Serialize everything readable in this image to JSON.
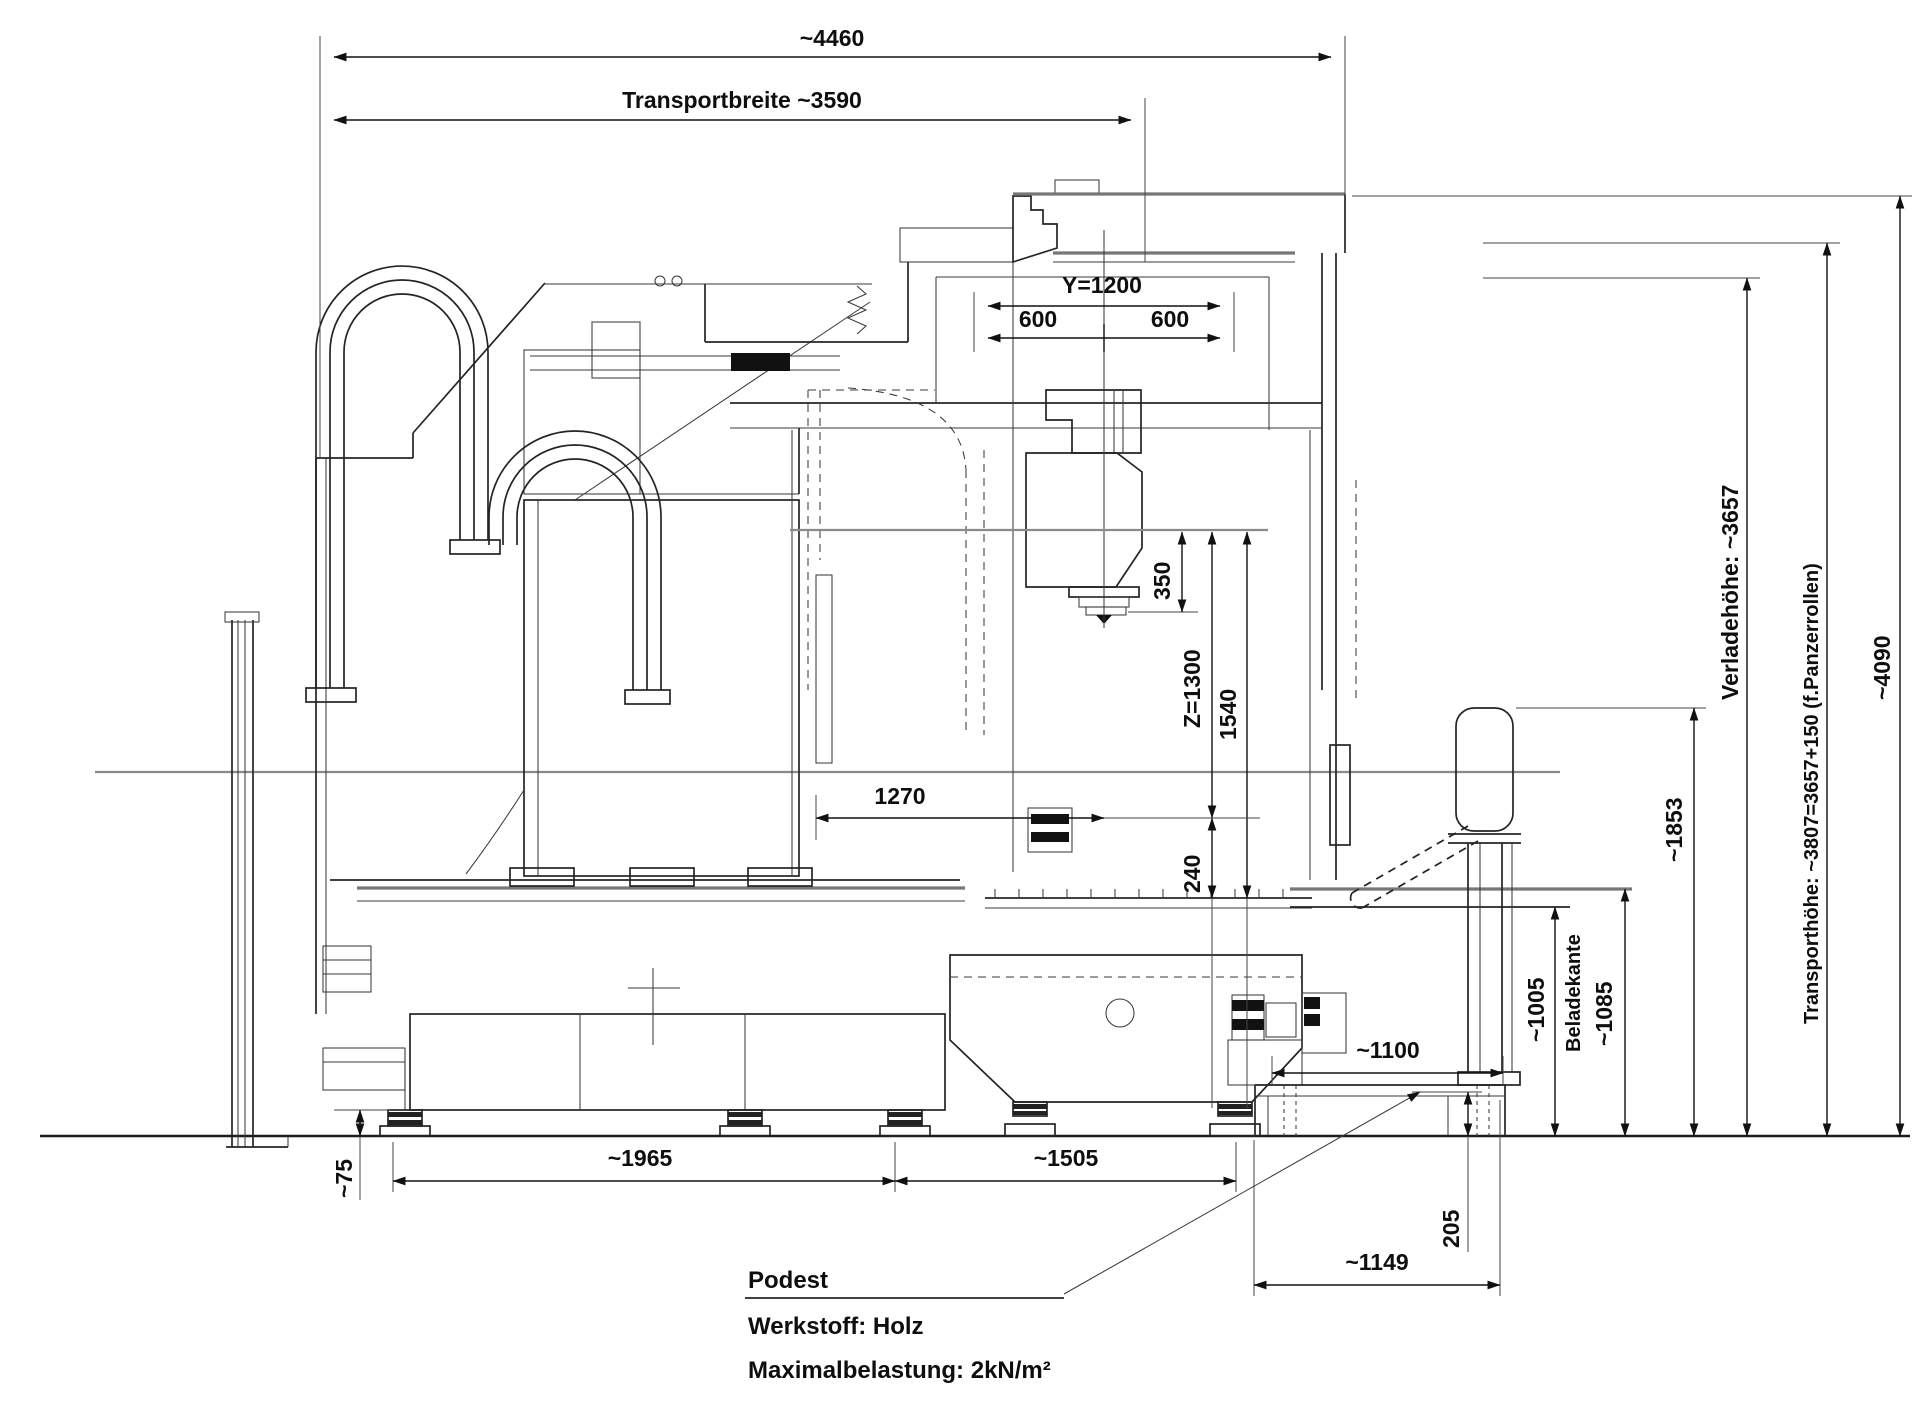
{
  "dims": {
    "overall_width": "~4460",
    "transport_width": "Transportbreite ~3590",
    "y_total": "Y=1200",
    "y_left": "600",
    "y_right": "600",
    "spindle_gauge": "350",
    "z_travel": "Z=1300",
    "v1540": "1540",
    "h1270": "1270",
    "v240": "240",
    "foot_height": "~75",
    "base_left": "~1965",
    "base_right": "~1505",
    "podest_width_top": "~1100",
    "podest_height": "205",
    "podest_width_bottom": "~1149",
    "h1005": "~1005",
    "beladekante": "Beladekante",
    "h1085": "~1085",
    "h1853": "~1853",
    "verladehoehe": "Verladehöhe: ~3657",
    "transporthoehe": "Transporthöhe: ~3807=3657+150 (f.Panzerrollen)",
    "total_height": "~4090"
  },
  "notes": {
    "podest": "Podest",
    "material": "Werkstoff: Holz",
    "max_load": "Maximalbelastung: 2kN/m²"
  }
}
